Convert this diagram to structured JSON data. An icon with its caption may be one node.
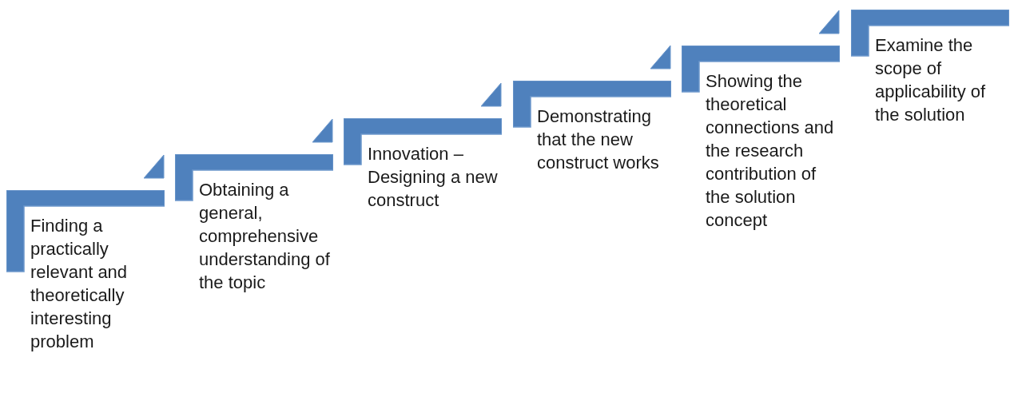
{
  "diagram": {
    "nodes": [
      {
        "text": [
          "Finding a practically relevant and theoretically interesting problem"
        ]
      },
      {
        "text": [
          "Obtaining a general, comprehensive understanding of the topic"
        ]
      },
      {
        "text": [
          "Innovation – Designing a new construct"
        ]
      },
      {
        "text": [
          "Demonstrating that the new construct works"
        ]
      },
      {
        "text": [
          "Showing the theoretical connections and the research contribution of the solution concept"
        ]
      },
      {
        "text": [
          "Examine the scope of applicability of the solution"
        ]
      }
    ]
  }
}
